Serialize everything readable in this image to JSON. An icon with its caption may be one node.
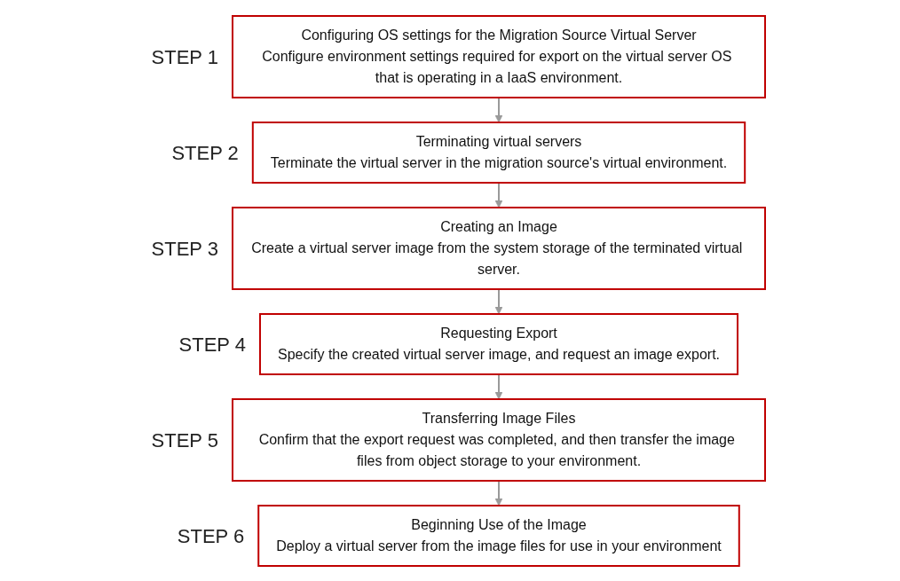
{
  "diagram": {
    "nodes": [
      {
        "text": [
          "Configuring OS settings for the Migration Source Virtual Server",
          "Configure environment settings required for export on the virtual server OS that is operating in a IaaS environment."
        ],
        "beside": [
          "STEP 1"
        ]
      },
      {
        "text": [
          "Terminating virtual servers",
          "Terminate the virtual server in the migration source's virtual environment."
        ],
        "beside": [
          "STEP 2"
        ]
      },
      {
        "text": [
          "Creating an Image",
          "Create a virtual server image from the system storage of the terminated virtual server."
        ],
        "beside": [
          "STEP 3"
        ]
      },
      {
        "text": [
          "Requesting Export",
          "Specify the created virtual server image, and request an image export."
        ],
        "beside": [
          "STEP 4"
        ]
      },
      {
        "text": [
          "Transferring Image Files",
          "Confirm that the export request was completed, and then transfer the image files from object storage to your environment."
        ],
        "beside": [
          "STEP 5"
        ]
      },
      {
        "text": [
          "Beginning Use of the Image",
          "Deploy a virtual server from the image files for use in your environment"
        ],
        "beside": [
          "STEP 6"
        ]
      }
    ],
    "edges": [
      {
        "from": 0,
        "to": 1,
        "arrow": "to"
      },
      {
        "from": 1,
        "to": 2,
        "arrow": "to"
      },
      {
        "from": 2,
        "to": 3,
        "arrow": "to"
      },
      {
        "from": 3,
        "to": 4,
        "arrow": "to"
      },
      {
        "from": 4,
        "to": 5,
        "arrow": "to"
      }
    ]
  }
}
